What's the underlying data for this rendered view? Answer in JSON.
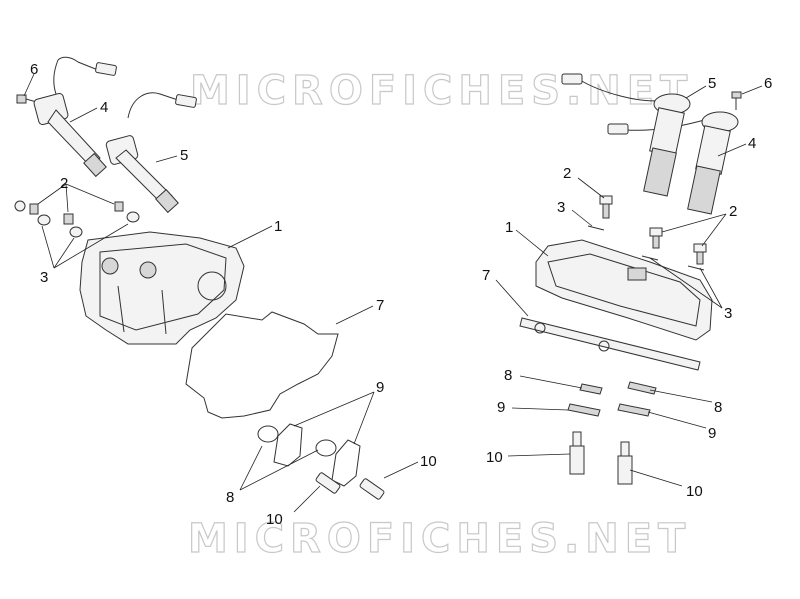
{
  "watermark": "MICROFICHES.NET",
  "callouts": {
    "left": {
      "c6": "6",
      "c4": "4",
      "c5": "5",
      "c2": "2",
      "c3": "3",
      "c1": "1",
      "c7": "7",
      "c9": "9",
      "c8": "8",
      "c10a": "10",
      "c10b": "10"
    },
    "right": {
      "c5": "5",
      "c6": "6",
      "c4": "4",
      "c2a": "2",
      "c3a": "3",
      "c2b": "2",
      "c1": "1",
      "c3b": "3",
      "c7": "7",
      "c8a": "8",
      "c8b": "8",
      "c9a": "9",
      "c9b": "9",
      "c10a": "10",
      "c10b": "10"
    }
  },
  "colors": {
    "line": "#333333",
    "watermark": "#c8c8c8",
    "text": "#111111"
  }
}
